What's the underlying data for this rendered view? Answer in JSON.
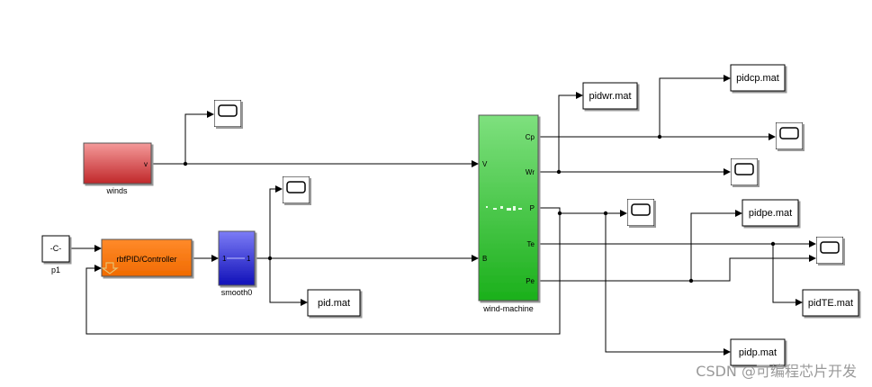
{
  "blocks": {
    "winds": {
      "port_out": "v",
      "label": "winds",
      "color_top": "#f49a9a",
      "color_bottom": "#c0282a"
    },
    "constant": {
      "text": "-C-",
      "label": "p1"
    },
    "controller": {
      "text": "rbfPID/Controller",
      "color": "#ff7a10"
    },
    "smooth": {
      "port_in": "1",
      "port_out": "1",
      "label": "smooth0",
      "color_top": "#7c7cf6",
      "color_bottom": "#1010b8"
    },
    "machine": {
      "label": "wind-machine",
      "port_v": "V",
      "port_b": "B",
      "port_cp": "Cp",
      "port_wr": "Wr",
      "port_p": "P",
      "port_te": "Te",
      "port_pe": "Pe",
      "color_top": "#7ee07e",
      "color_bottom": "#1bb01b"
    },
    "to_files": {
      "pid": "pid.mat",
      "pidwr": "pidwr.mat",
      "pidcp": "pidcp.mat",
      "pidpe": "pidpe.mat",
      "pidte": "pidTE.mat",
      "pidp": "pidp.mat"
    }
  },
  "watermark": "CSDN @可编程芯片开发"
}
